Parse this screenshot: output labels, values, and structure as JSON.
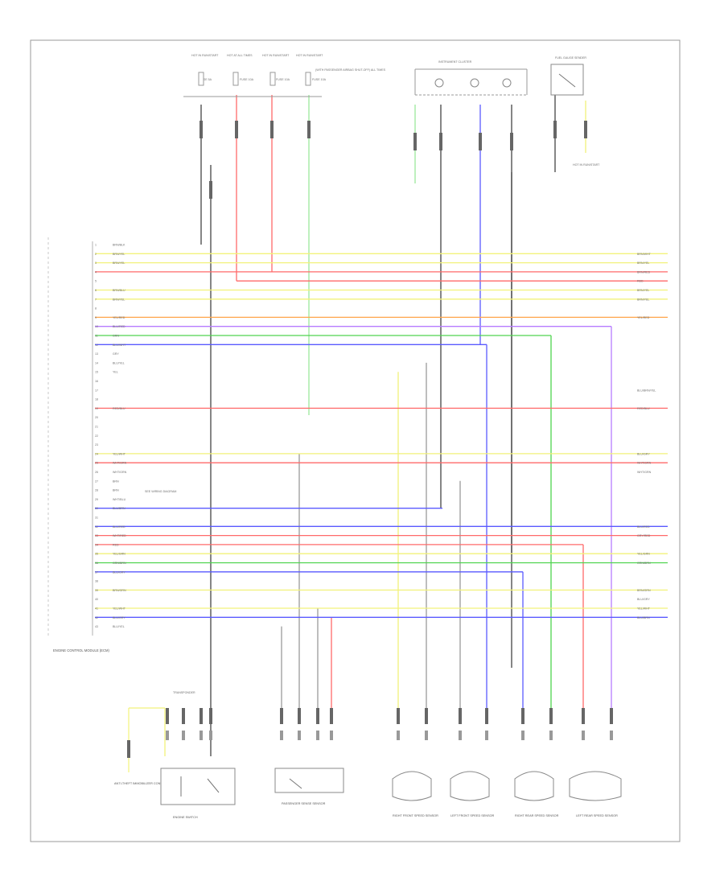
{
  "figure_id": "",
  "colors": {
    "RED": "#ff6a6a",
    "YEL": "#f2f27a",
    "GRN": "#4fd44f",
    "BLU": "#5a5aff",
    "ORG": "#ffa54a",
    "VIO": "#b67cff",
    "GRY": "#9a9a9a",
    "BLK": "#444444",
    "LTGRN": "#9be89b",
    "BRN": "#b08a5a"
  },
  "connector_pins": [
    {
      "pin": "1",
      "wire": "BRN/BLK",
      "left_color": "BLK"
    },
    {
      "pin": "2",
      "wire": "BRN/YEL",
      "left_color": "YEL"
    },
    {
      "pin": "3",
      "wire": "BRN/YEL",
      "left_color": "YEL"
    },
    {
      "pin": "4",
      "wire": "",
      "left_color": ""
    },
    {
      "pin": "5",
      "wire": "",
      "left_color": ""
    },
    {
      "pin": "6",
      "wire": "BRN/BLU",
      "left_color": "YEL"
    },
    {
      "pin": "7",
      "wire": "BRN/YEL",
      "left_color": "YEL"
    },
    {
      "pin": "8",
      "wire": "",
      "left_color": ""
    },
    {
      "pin": "9",
      "wire": "YEL/RED",
      "left_color": "ORG"
    },
    {
      "pin": "10",
      "wire": "BLU/RED",
      "left_color": "VIO"
    },
    {
      "pin": "11",
      "wire": "GRN",
      "left_color": "GRN"
    },
    {
      "pin": "12",
      "wire": "BLU/WHT",
      "left_color": "BLU"
    },
    {
      "pin": "13",
      "wire": "GRY",
      "left_color": ""
    },
    {
      "pin": "14",
      "wire": "BLU/YEL",
      "left_color": "YEL"
    },
    {
      "pin": "15",
      "wire": "YEL",
      "left_color": "YEL"
    },
    {
      "pin": "16",
      "wire": "",
      "left_color": ""
    },
    {
      "pin": "17",
      "wire": "",
      "left_color": ""
    },
    {
      "pin": "18",
      "wire": "",
      "left_color": ""
    },
    {
      "pin": "19",
      "wire": "RED/BLU",
      "left_color": "RED"
    },
    {
      "pin": "20",
      "wire": "",
      "left_color": ""
    },
    {
      "pin": "21",
      "wire": "",
      "left_color": ""
    },
    {
      "pin": "22",
      "wire": "",
      "left_color": ""
    },
    {
      "pin": "23",
      "wire": "",
      "left_color": ""
    },
    {
      "pin": "24",
      "wire": "YEL/WHT",
      "left_color": "YEL"
    },
    {
      "pin": "25",
      "wire": "WHT/GRN",
      "left_color": "RED"
    },
    {
      "pin": "26",
      "wire": "WHT/GRN",
      "left_color": ""
    },
    {
      "pin": "27",
      "wire": "BRN",
      "left_color": ""
    },
    {
      "pin": "28",
      "wire": "BRN",
      "left_color": ""
    },
    {
      "pin": "29",
      "wire": "WHT/BLU",
      "left_color": ""
    },
    {
      "pin": "30",
      "wire": "BLU/BRN",
      "left_color": "BLU"
    },
    {
      "pin": "31",
      "wire": "",
      "left_color": ""
    },
    {
      "pin": "32",
      "wire": "BLU/RED",
      "left_color": "BLU"
    },
    {
      "pin": "33",
      "wire": "WHT/RED",
      "left_color": "RED"
    },
    {
      "pin": "34",
      "wire": "RED",
      "left_color": "RED"
    },
    {
      "pin": "35",
      "wire": "YEL/GRN",
      "left_color": "YEL"
    },
    {
      "pin": "36",
      "wire": "GRN/BRN",
      "left_color": "GRN"
    },
    {
      "pin": "37",
      "wire": "BLU/GRY",
      "left_color": "BLU"
    },
    {
      "pin": "38",
      "wire": "",
      "left_color": ""
    },
    {
      "pin": "39",
      "wire": "BRN/GRN",
      "left_color": "YEL"
    },
    {
      "pin": "40",
      "wire": "",
      "left_color": ""
    },
    {
      "pin": "41",
      "wire": "YEL/WHT",
      "left_color": "YEL"
    },
    {
      "pin": "42",
      "wire": "BLU/GRY",
      "left_color": "BLU"
    },
    {
      "pin": "43",
      "wire": "BLU/YEL",
      "left_color": "YEL"
    }
  ],
  "right_labels": [
    {
      "text": "BRN/WHT",
      "color": "GRY"
    },
    {
      "text": "BRN/YEL",
      "color": "YEL"
    },
    {
      "text": "BRN/RED",
      "color": "RED"
    },
    {
      "text": "RED",
      "color": "RED"
    },
    {
      "text": "BRN/YEL",
      "color": "YEL"
    },
    {
      "text": "BRN/YEL",
      "color": "YEL"
    },
    {
      "text": "YEL/RED",
      "color": "ORG"
    },
    {
      "text": "BLU/BRN/YEL",
      "color": "GRY"
    },
    {
      "text": "RED/BLU",
      "color": "RED"
    },
    {
      "text": "BLU/GRY",
      "color": "GRN"
    },
    {
      "text": "WHT/GRN",
      "color": "RED"
    },
    {
      "text": "WHT/GRN",
      "color": "GRY"
    },
    {
      "text": "BLU/RED",
      "color": "BLU"
    },
    {
      "text": "GRY/RED",
      "color": "RED"
    },
    {
      "text": "YEL/GRN",
      "color": "YEL"
    },
    {
      "text": "GRN/BRN",
      "color": "GRN"
    },
    {
      "text": "BRN/GRN",
      "color": "YEL"
    },
    {
      "text": "BLU/GRY",
      "color": "BLU"
    },
    {
      "text": "YEL/WHT",
      "color": "YEL"
    },
    {
      "text": "BLU/BRN",
      "color": "BLU"
    }
  ],
  "top_fuses": [
    {
      "name": "HOT IN RUN/START",
      "fuse": "FUSE 5A"
    },
    {
      "name": "HOT AT ALL TIMES",
      "fuse": "FUSE 10A"
    },
    {
      "name": "HOT IN RUN/START",
      "fuse": "FUSE 10A"
    },
    {
      "name": "HOT IN RUN/START",
      "fuse": "FUSE 10A"
    }
  ],
  "top_note": "(WITH PASSENGER AIRBAG SHUT-OFF) ALL TIMES",
  "cluster_title": "INSTRUMENT CLUSTER",
  "sensor_title": "FUEL GAUGE SENDER",
  "ground_label": "HOT IN RUN/START",
  "module_label": "ENGINE CONTROL MODULE (ECM)",
  "transponder_label": "TRANSPONDER",
  "bottom_components": [
    {
      "label": "ANTI-THEFT IMMOBILIZER CONTROL"
    },
    {
      "label": "ENGINE SWITCH"
    },
    {
      "label": "PASSENGER SENSE SENSOR"
    },
    {
      "label": "RIGHT FRONT SPEED SENSOR"
    },
    {
      "label": "LEFT FRONT SPEED SENSOR"
    },
    {
      "label": "RIGHT REAR SPEED SENSOR"
    },
    {
      "label": "LEFT REAR SPEED SENSOR"
    }
  ],
  "side_annotation": "SEE WIRING DIAGRAM",
  "page_corner": ""
}
